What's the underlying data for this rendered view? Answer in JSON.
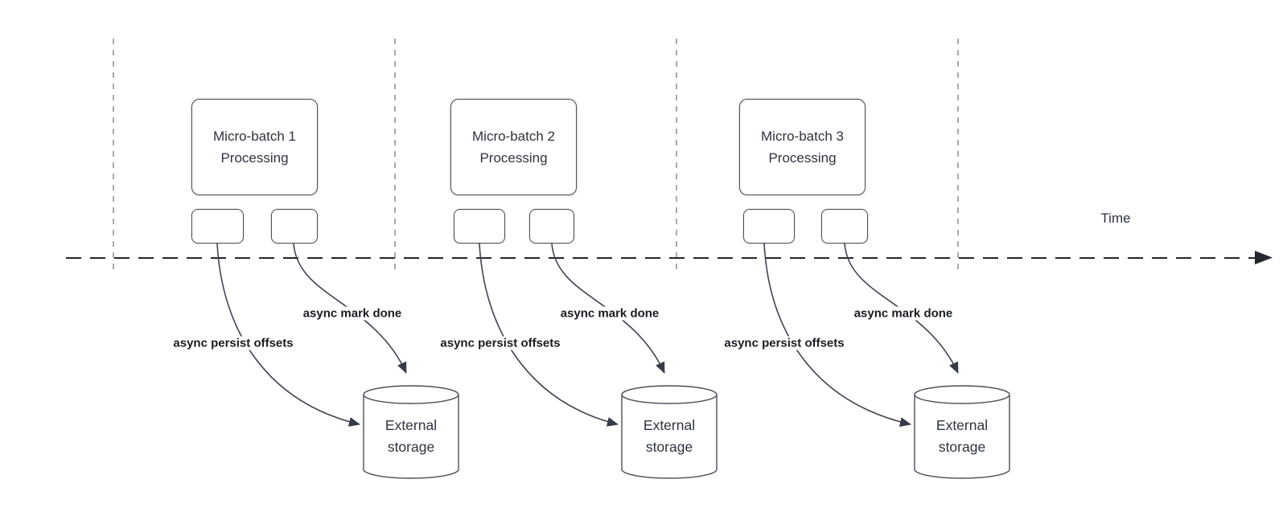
{
  "diagram": {
    "time_axis_label": "Time",
    "groups": [
      {
        "box_line1": "Micro-batch 1",
        "box_line2": "Processing",
        "persist_label": "async persist offsets",
        "mark_done_label": "async mark done",
        "storage_line1": "External",
        "storage_line2": "storage"
      },
      {
        "box_line1": "Micro-batch 2",
        "box_line2": "Processing",
        "persist_label": "async persist offsets",
        "mark_done_label": "async mark done",
        "storage_line1": "External",
        "storage_line2": "storage"
      },
      {
        "box_line1": "Micro-batch 3",
        "box_line2": "Processing",
        "persist_label": "async persist offsets",
        "mark_done_label": "async mark done",
        "storage_line1": "External",
        "storage_line2": "storage"
      }
    ],
    "colors": {
      "background": "#ffffff",
      "shape_stroke": "#4a4f57",
      "connector": "#3e4450",
      "gridline": "#a9a9a9",
      "timeline": "#24272e",
      "shape_text": "#2d3340",
      "connector_label_text": "#181c24"
    }
  }
}
